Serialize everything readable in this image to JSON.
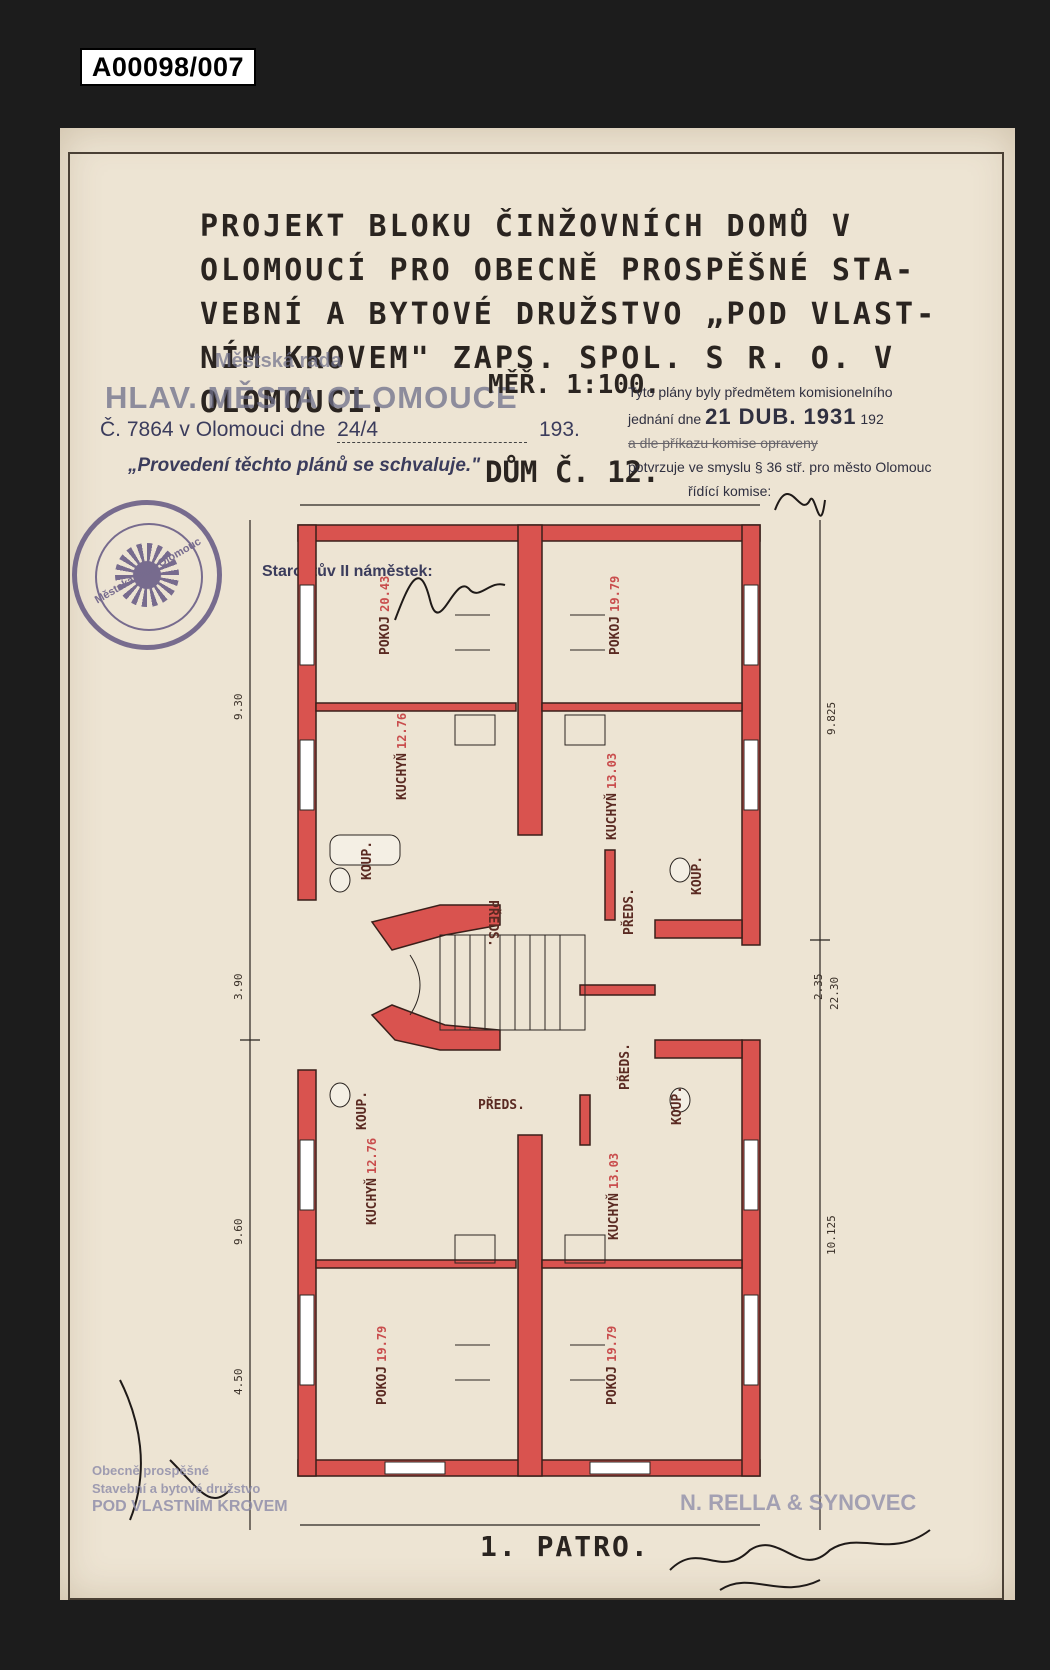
{
  "archive_id": "A00098/007",
  "title_text": "PROJEKT BLOKU ČINŽOVNÍCH DOMŮ V\nOLOMOUCÍ PRO OBECNĚ PROSPĚŠNÉ STA-\nVEBNÍ A BYTOVÉ DRUŽSTVO „POD VLAST-\nNÍM KROVEM\" ZAPS. SPOL. S R. O. V OLOMOUCI.",
  "scale": "MĚŘ. 1:100.",
  "house_number": "DŮM Č. 12.",
  "approval": {
    "council": "Městská rada",
    "city": "HLAV. MĚSTA OLOMOUCE",
    "ref_prefix": "Č.",
    "ref_no": "7864",
    "place_date": "v Olomouci dne",
    "date_written": "24/4",
    "year": "193.",
    "approved_text": "„Provedení těchto plánů se schvaluje.\"",
    "deputy": "Starostův II náměstek:"
  },
  "commission": {
    "line1": "Tyto plány byly předmětem komisionelního",
    "line2_prefix": "jednání dne",
    "date": "21 DUB. 1931",
    "line2_suffix": "192",
    "line3": "a dle příkazu komise opraveny",
    "line4": "potvrzuje ve smyslu § 36 stř. pro město Olomouc",
    "line5": "řídící komise:"
  },
  "stamp_round_text": "Městská rada Olomouc",
  "stamp_bottom_left": {
    "line1": "Obecně prospěšné",
    "line2": "Stavební a bytové družstvo",
    "line3": "POD VLASTNÍM KROVEM"
  },
  "stamp_bottom_right": "N. RELLA & SYNOVEC",
  "floor_label": "1. PATRO.",
  "rooms": [
    {
      "name": "POKOJ",
      "area": "20.43"
    },
    {
      "name": "POKOJ",
      "area": "19.79"
    },
    {
      "name": "KUCHYŇ",
      "area": "12.76"
    },
    {
      "name": "KUCHYŇ",
      "area": "13.03"
    },
    {
      "name": "KOUP.",
      "area": ""
    },
    {
      "name": "KOUP.",
      "area": ""
    },
    {
      "name": "PŘEDS.",
      "area": ""
    },
    {
      "name": "PŘEDS.",
      "area": ""
    },
    {
      "name": "PŘEDS.",
      "area": ""
    },
    {
      "name": "PŘEDS.",
      "area": ""
    },
    {
      "name": "KUCHYŇ",
      "area": "12.76"
    },
    {
      "name": "KUCHYŇ",
      "area": "13.03"
    },
    {
      "name": "KOUP.",
      "area": ""
    },
    {
      "name": "KOUP.",
      "area": ""
    },
    {
      "name": "POKOJ",
      "area": "19.79"
    },
    {
      "name": "POKOJ",
      "area": "19.79"
    }
  ],
  "dimensions": [
    "9.30",
    "9.825",
    "3.90",
    "2.35",
    "22.30",
    "9.60",
    "10.125",
    "4.50"
  ],
  "colors": {
    "wall": "#d9534f",
    "paper": "#ede4d3",
    "ink": "#2a2420",
    "stamp": "#5a4e7d"
  }
}
